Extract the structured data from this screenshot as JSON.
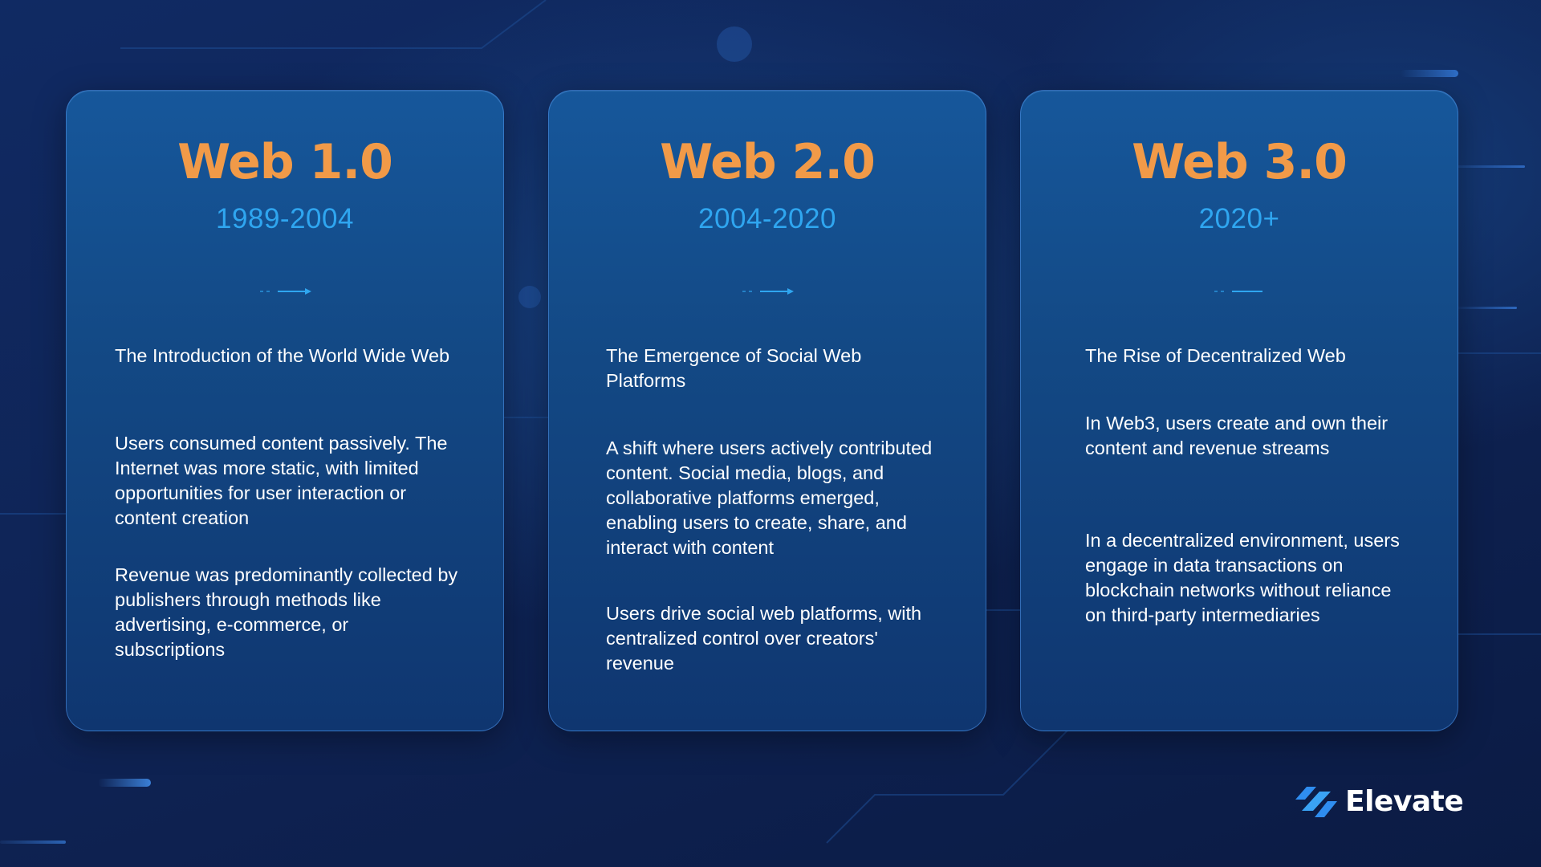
{
  "cards": [
    {
      "title": "Web 1.0",
      "years": "1989-2004",
      "paragraphs": [
        "The Introduction of the World Wide Web",
        "Users consumed content passively. The Internet was more static, with limited opportunities for user interaction or content creation",
        "Revenue was predominantly collected by publishers through methods like advertising, e-commerce, or subscriptions"
      ]
    },
    {
      "title": "Web 2.0",
      "years": "2004-2020",
      "paragraphs": [
        "The Emergence of Social Web Platforms",
        "A shift where users actively contributed content. Social media, blogs, and collaborative platforms emerged, enabling users to create, share, and interact with content",
        "Users drive social web platforms, with centralized control over creators' revenue"
      ]
    },
    {
      "title": "Web 3.0",
      "years": "2020+",
      "paragraphs": [
        "The Rise of Decentralized Web",
        "In Web3, users create and own their content and revenue streams",
        "In a decentralized environment, users engage in data transactions on blockchain networks without reliance on third-party intermediaries"
      ]
    }
  ],
  "brand": {
    "name": "Elevate",
    "logo_icon": "elevate-logo-icon"
  },
  "colors": {
    "title": "#f19a48",
    "years": "#2fa6f0",
    "body_text": "#ffffff",
    "background": "#0f2456",
    "card": "#134985",
    "arrow": "#2fa6f0"
  }
}
